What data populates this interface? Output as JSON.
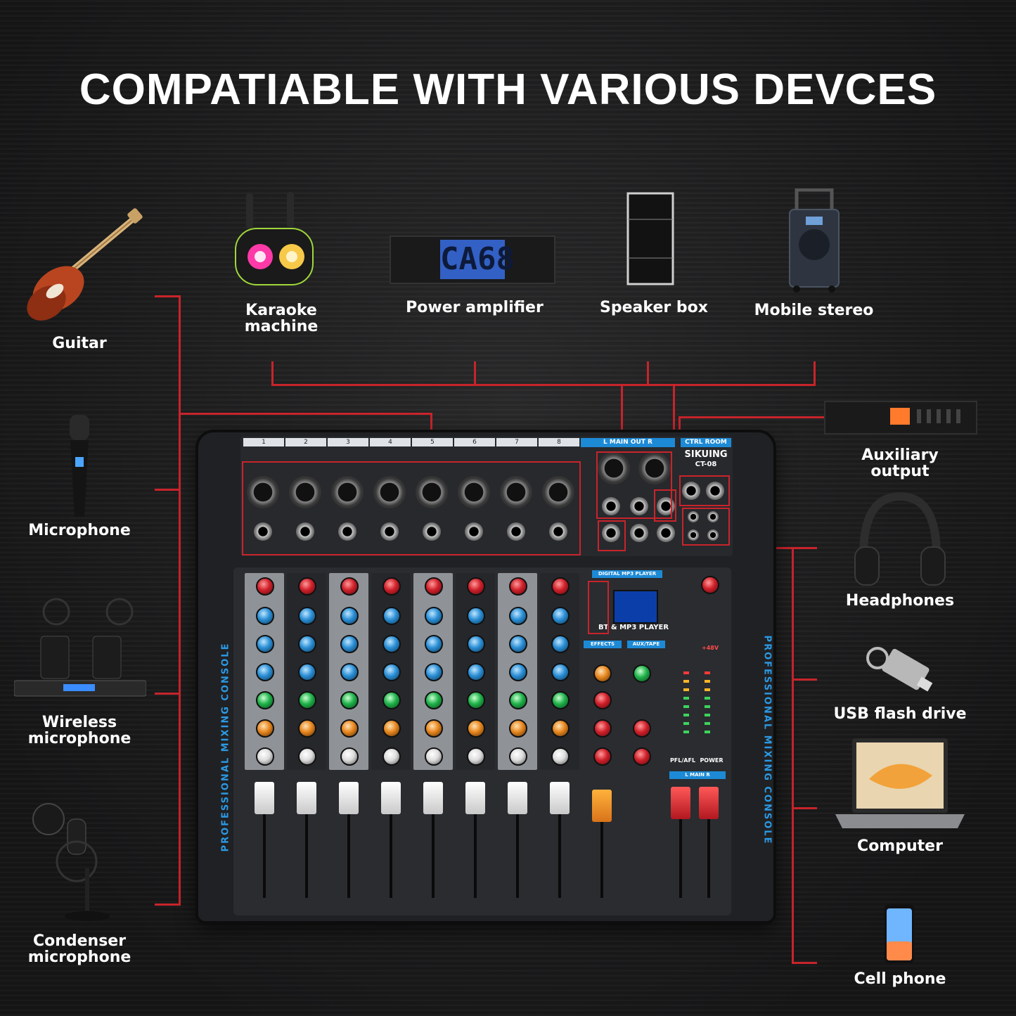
{
  "headline": "COMPATIABLE WITH VARIOUS DEVCES",
  "devices": {
    "guitar": "Guitar",
    "karaoke": "Karaoke machine",
    "amplifier": "Power amplifier",
    "speaker": "Speaker box",
    "mobile_stereo": "Mobile stereo",
    "microphone": "Microphone",
    "wireless_mic": "Wireless microphone",
    "condenser_mic": "Condenser microphone",
    "aux_output": "Auxiliary output",
    "headphones": "Headphones",
    "usb": "USB flash drive",
    "computer": "Computer",
    "cell_phone": "Cell phone"
  },
  "amp_display": "CA68",
  "mixer": {
    "brand": "SIKUING",
    "model": "CT-08",
    "side_label": "PROFESSIONAL MIXING CONSOLE",
    "main_out": "L  MAIN OUT  R",
    "ctrl_room": "CTRL ROOM",
    "mp3_player": "BT & MP3 PLAYER",
    "digital_mp3": "DIGITAL MP3 PLAYER",
    "effects": "EFFECTS",
    "aux_tape": "AUX/TAPE",
    "main_lr": "L  MAIN  R",
    "pfl_afl": "PFL/AFL",
    "power": "POWER",
    "phantom": "+48V",
    "channels": [
      "1",
      "2",
      "3",
      "4",
      "5",
      "6",
      "7",
      "8"
    ]
  },
  "colors": {
    "accent_line": "#c8242b",
    "panel_blue": "#1d8ad6",
    "text": "#ffffff"
  }
}
